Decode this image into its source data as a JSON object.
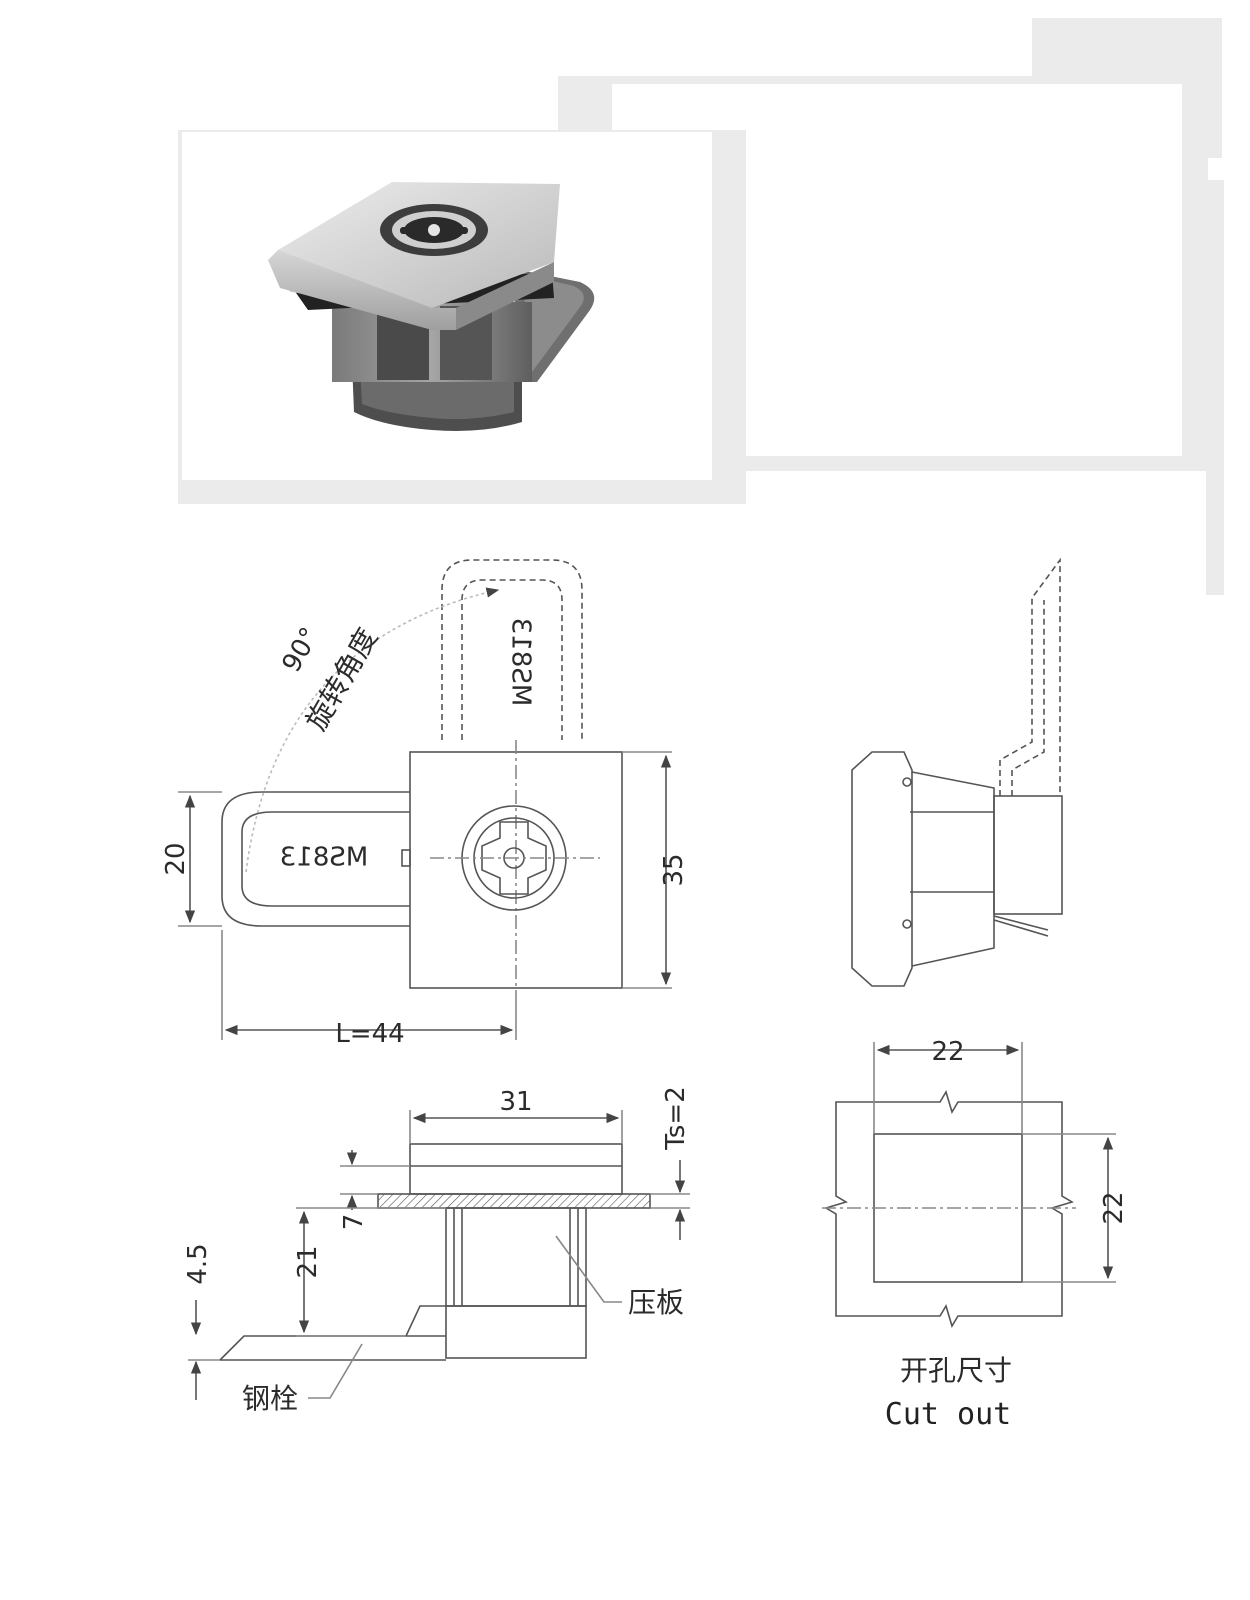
{
  "dimensions": {
    "rotation_angle": "90°",
    "rotation_label": "旋转角度",
    "tongue_width": "20",
    "body_height": "35",
    "length": "L=44",
    "flange_width": "31",
    "panel_thickness": "Ts=2",
    "flange_to_panel": "7",
    "body_depth": "21",
    "tongue_offset": "4.5"
  },
  "labels": {
    "model_mark": "MS813",
    "pressure_plate": "压板",
    "steel_bolt": "钢栓"
  },
  "cutout": {
    "width": "22",
    "height": "22",
    "title_cn": "开孔尺寸",
    "title_en": "Cut out"
  },
  "colors": {
    "line": "#555555",
    "panel_bg": "#e9e9e9",
    "metal_light": "#cfcfcf",
    "metal_dark": "#5a5a5a"
  }
}
